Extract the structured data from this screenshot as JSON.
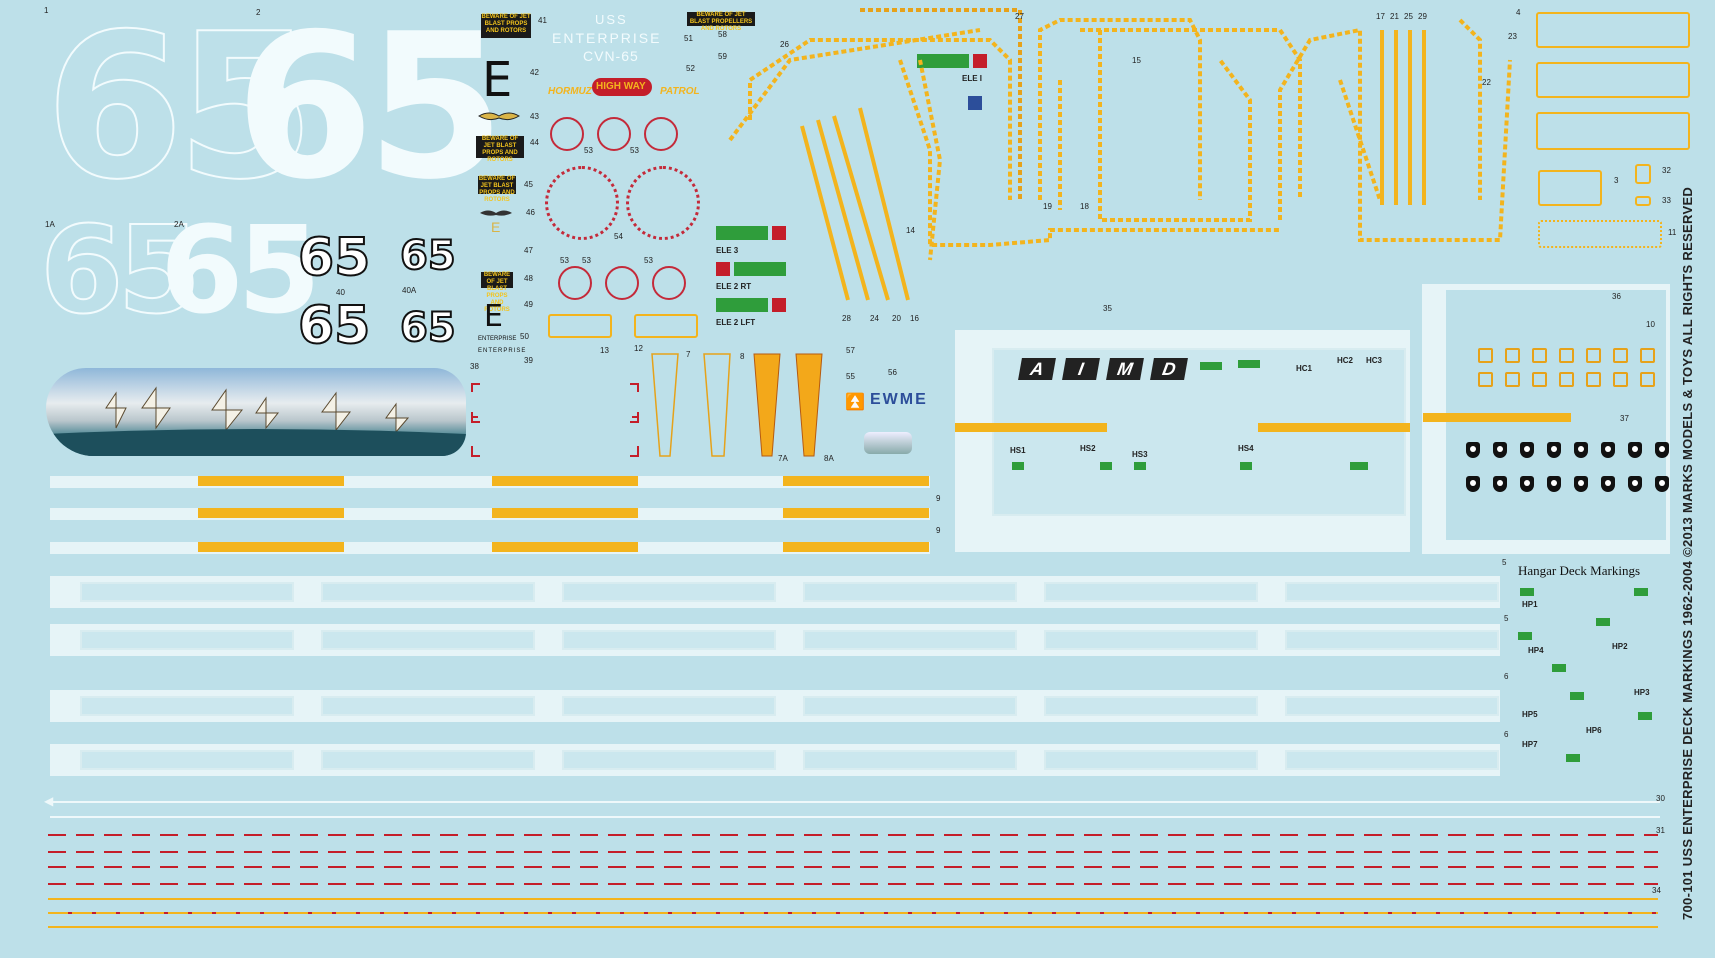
{
  "sheet": {
    "ship_title": "USS",
    "ship_name": "ENTERPRISE",
    "hull": "CVN-65",
    "side_text": "700-101 USS ENTERPRISE DECK MARKINGS 1962-2004 ©2013 MARKS MODELS & TOYS ALL RIGHTS RESERVED",
    "hangar_title": "Hangar Deck Markings",
    "hull_number": "65",
    "letter_e": "E",
    "enterprise_small": "ENTERPRISE",
    "warning_text": "BEWARE OF JET BLAST PROPS AND ROTORS",
    "warning_text2": "BEWARE OF JET BLAST PROPELLERS AND ROTORS",
    "hormuz": "HORMUZ",
    "highway": "HIGH WAY",
    "patrol": "PATROL",
    "aimd": [
      "A",
      "I",
      "M",
      "D"
    ],
    "ewme": "EWME",
    "labels": {
      "ele1": "ELE I",
      "ele3": "ELE 3",
      "ele2rt": "ELE 2 RT",
      "ele2lft": "ELE 2 LFT",
      "hc1": "HC1",
      "hc2": "HC2",
      "hc3": "HC3",
      "hs1": "HS1",
      "hs2": "HS2",
      "hs3": "HS3",
      "hs4": "HS4",
      "hp1": "HP1",
      "hp2": "HP2",
      "hp3": "HP3",
      "hp4": "HP4",
      "hp5": "HP5",
      "hp6": "HP6",
      "hp7": "HP7"
    },
    "numbers": [
      "1",
      "2",
      "1A",
      "2A",
      "40",
      "40A",
      "38",
      "39",
      "41",
      "42",
      "43",
      "44",
      "45",
      "46",
      "47",
      "48",
      "49",
      "50",
      "51",
      "52",
      "58",
      "59",
      "53",
      "53",
      "53",
      "54",
      "53",
      "53",
      "13",
      "12",
      "7",
      "8",
      "7A",
      "8A",
      "57",
      "55",
      "56",
      "27",
      "26",
      "28",
      "24",
      "20",
      "16",
      "14",
      "19",
      "18",
      "15",
      "17",
      "21",
      "25",
      "29",
      "4",
      "23",
      "22",
      "32",
      "3",
      "33",
      "11",
      "35",
      "36",
      "10",
      "37",
      "9",
      "9",
      "5",
      "5",
      "6",
      "6",
      "30",
      "31",
      "34"
    ]
  },
  "colors": {
    "background": "#bde0e9",
    "yellow": "#f3b41d",
    "red": "#c41e2a",
    "green": "#2f9d3b",
    "white": "#f2fbfd",
    "black": "#1a1a1a"
  }
}
